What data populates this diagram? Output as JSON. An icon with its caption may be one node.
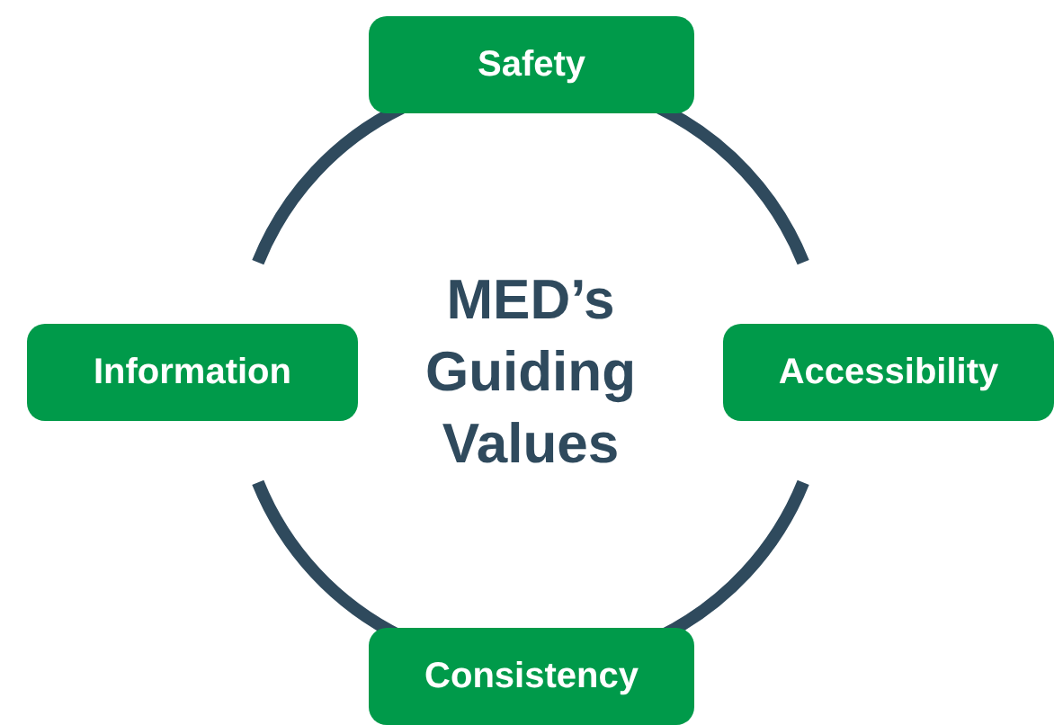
{
  "diagram": {
    "nodes": [
      {
        "text": [
          "MED’s Guiding Values"
        ]
      },
      {
        "text": [
          "Safety"
        ]
      },
      {
        "text": [
          "Information"
        ]
      },
      {
        "text": [
          "Accessibility"
        ]
      },
      {
        "text": [
          "Consistency"
        ]
      }
    ]
  }
}
